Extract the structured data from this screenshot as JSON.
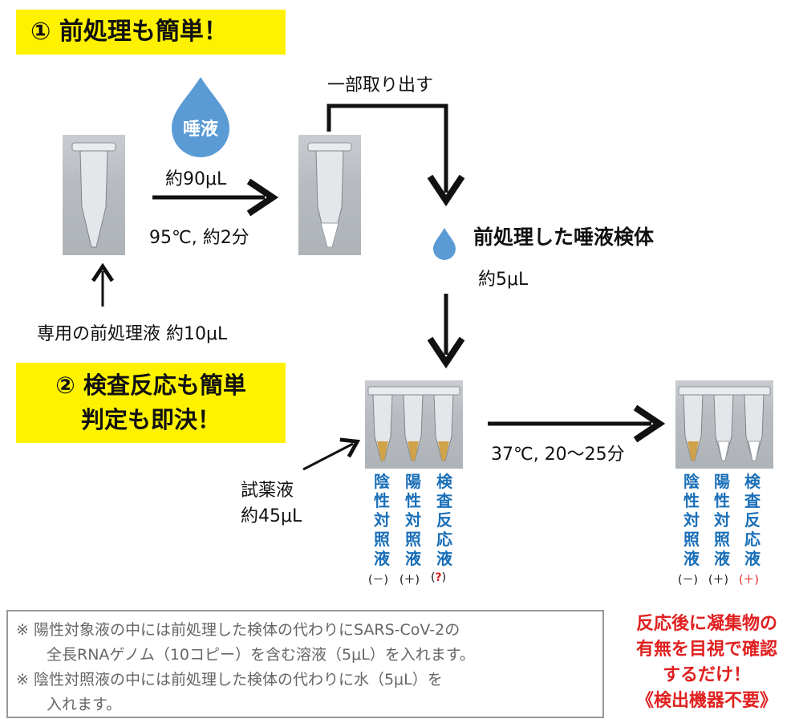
{
  "step1": {
    "title": "① 前処理も簡単！"
  },
  "step2": {
    "line1": "② 検査反応も簡単",
    "line2": "判定も即決！"
  },
  "drop_label": "唾液",
  "volume_90": "約90μL",
  "cond_95": "95℃, 約2分",
  "pre_solution": "専用の前処理液 約10μL",
  "take_part": "一部取り出す",
  "processed_sample": "前処理した唾液検体",
  "volume_5": "約5μL",
  "reagent": {
    "line1": "試薬液",
    "line2": "約45μL"
  },
  "cond_37": "37℃, 20～25分",
  "tubes_before": [
    {
      "chars": [
        "陰",
        "性",
        "対",
        "照",
        "液"
      ],
      "sign": "(－)"
    },
    {
      "chars": [
        "陽",
        "性",
        "対",
        "照",
        "液"
      ],
      "sign": "(＋)"
    },
    {
      "chars": [
        "検",
        "査",
        "反",
        "応",
        "液"
      ],
      "sign": "(?)"
    }
  ],
  "tubes_after": [
    {
      "chars": [
        "陰",
        "性",
        "対",
        "照",
        "液"
      ],
      "sign": "(－)"
    },
    {
      "chars": [
        "陽",
        "性",
        "対",
        "照",
        "液"
      ],
      "sign": "(＋)"
    },
    {
      "chars": [
        "検",
        "査",
        "反",
        "応",
        "液"
      ],
      "sign": "(＋)"
    }
  ],
  "notes": [
    "※ 陽性対象液の中には前処理した検体の代わりにSARS-CoV-2の",
    "　　全長RNAゲノム（10コピー）を含む溶液（5μL）を入れます。",
    "※ 陰性対照液の中には前処理した検体の代わりに水（5μL）を",
    "　　入れます。"
  ],
  "conclusion": [
    "反応後に凝集物の",
    "有無を目視で確認",
    "するだけ！",
    "《検出機器不要》"
  ],
  "colors": {
    "banner": "#fff200",
    "blue_text": "#1a6fb8",
    "drop": "#5b9bd5",
    "red": "#e02020"
  }
}
